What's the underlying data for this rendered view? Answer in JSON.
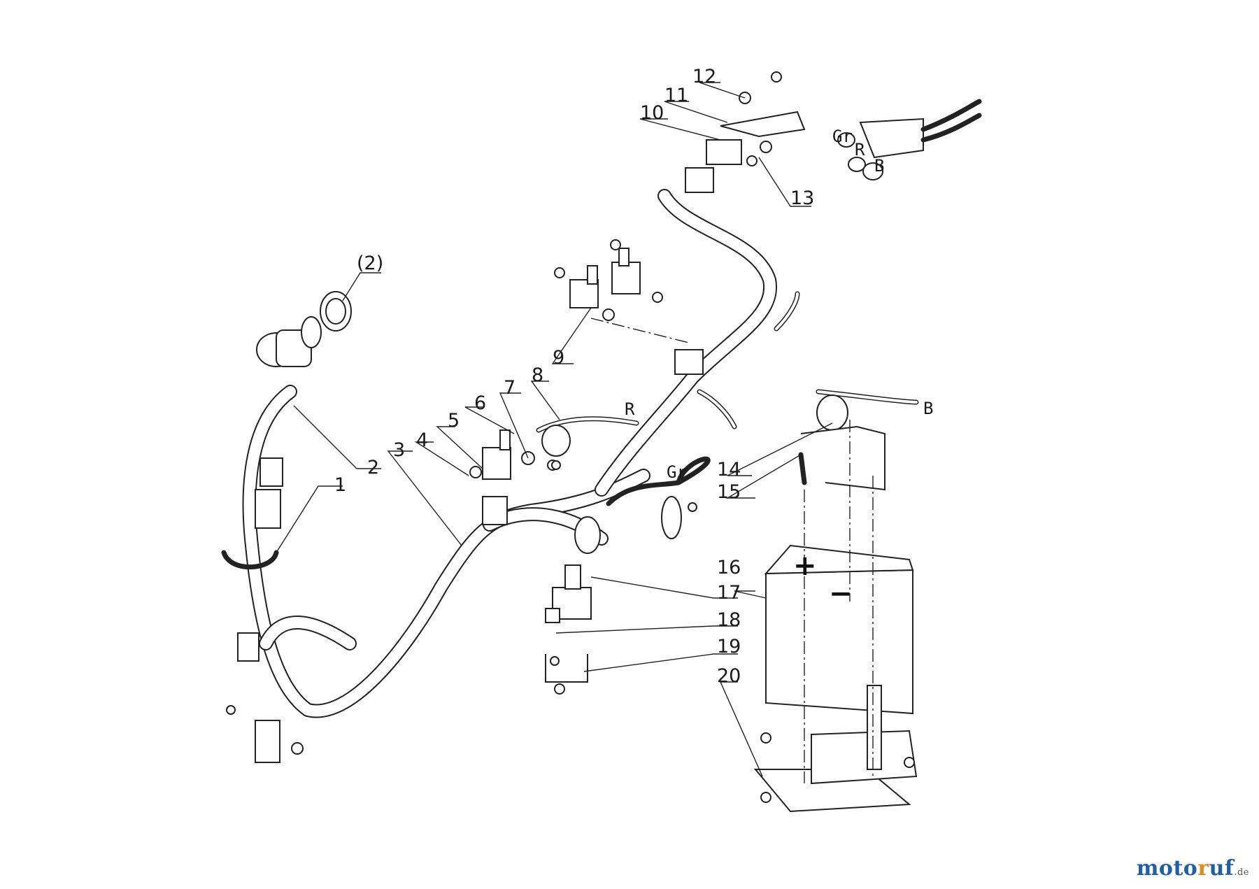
{
  "callouts": [
    {
      "label": "1"
    },
    {
      "label": "2"
    },
    {
      "label": "3"
    },
    {
      "label": "4"
    },
    {
      "label": "5"
    },
    {
      "label": "6"
    },
    {
      "label": "7"
    },
    {
      "label": "8"
    },
    {
      "label": "9"
    },
    {
      "label": "10"
    },
    {
      "label": "11"
    },
    {
      "label": "12"
    },
    {
      "label": "13"
    },
    {
      "label": "14"
    },
    {
      "label": "15"
    },
    {
      "label": "16"
    },
    {
      "label": "17"
    },
    {
      "label": "18"
    },
    {
      "label": "19"
    },
    {
      "label": "20"
    },
    {
      "label": "(2)"
    }
  ],
  "wire_labels": {
    "red_lead": "R",
    "black_lead": "B",
    "green_lead": "Gr",
    "inset_green": "Gr",
    "inset_red": "R",
    "inset_black": "B"
  },
  "battery_terminals": {
    "positive": "+",
    "negative": "−"
  },
  "watermark": {
    "part1": "moto",
    "part2": "r",
    "part3": "uf",
    "suffix": ".de"
  }
}
